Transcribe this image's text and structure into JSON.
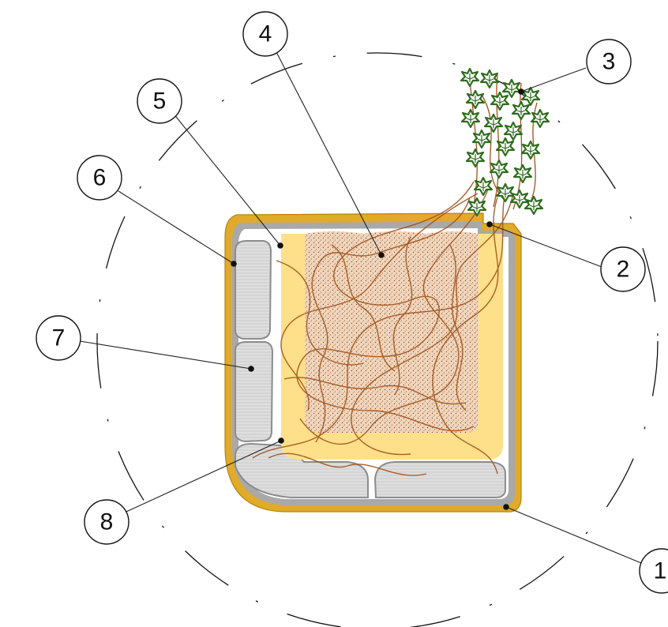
{
  "callouts": [
    {
      "id": "1",
      "label": "1"
    },
    {
      "id": "2",
      "label": "2"
    },
    {
      "id": "3",
      "label": "3"
    },
    {
      "id": "4",
      "label": "4"
    },
    {
      "id": "5",
      "label": "5"
    },
    {
      "id": "6",
      "label": "6"
    },
    {
      "id": "7",
      "label": "7"
    },
    {
      "id": "8",
      "label": "8"
    }
  ],
  "colors": {
    "outer_shell": "#e0aa2a",
    "shell_edge": "#b8860b",
    "wall_grey": "#a9a9a9",
    "stone_fill": "#dcdcdc",
    "stone_stroke": "#8c8c8c",
    "inner_layer": "#ffe08a",
    "soil": "#e9c8a8",
    "roots": "#a0521a",
    "ivy": "#2e6b1d",
    "dashed_circle": "#111111"
  }
}
